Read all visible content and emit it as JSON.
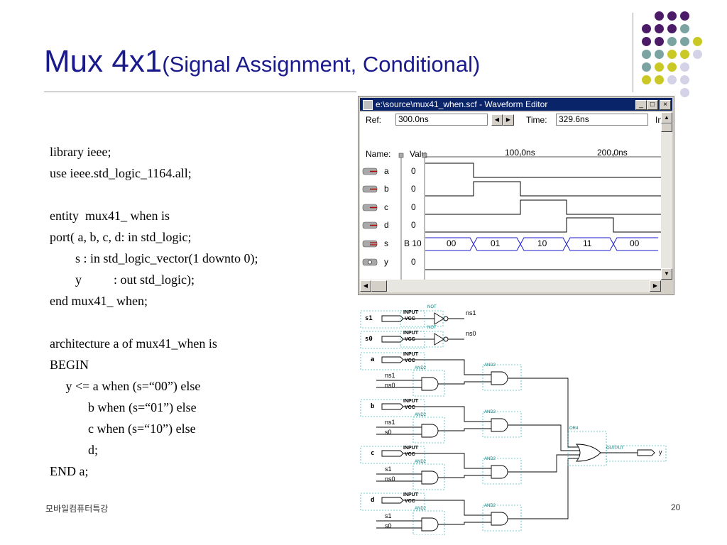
{
  "slide": {
    "title_main": "Mux 4x1",
    "title_sub": "(Signal Assignment, Conditional)",
    "footer_left": "모바일컴퓨터특강",
    "page_number": "20",
    "palette": [
      "#4b1b67",
      "#7aa3a1",
      "#c9c824",
      "#d4d2e6"
    ]
  },
  "code": {
    "lines": [
      "library ieee;",
      "use ieee.std_logic_1164.all;",
      "",
      "entity  mux41_ when is",
      "port( a, b, c, d: in std_logic;",
      "        s : in std_logic_vector(1 downto 0);",
      "        y          : out std_logic);",
      "end mux41_ when;",
      "",
      "architecture a of mux41_when is",
      "BEGIN",
      "     y <= a when (s=“00”) else",
      "            b when (s=“01”) else",
      "            c when (s=“10”) else",
      "            d;",
      "END a;"
    ]
  },
  "waveform": {
    "title": "e:\\source\\mux41_when.scf - Waveform Editor",
    "ref_label": "Ref:",
    "ref_value": "300.0ns",
    "time_label": "Time:",
    "time_value": "329.6ns",
    "cut_label": "In",
    "name_header": "Name:",
    "value_header": "Valu",
    "time_marks": [
      "100.0ns",
      "200.0ns"
    ],
    "signals": [
      {
        "name": "a",
        "value": "0",
        "kind": "input"
      },
      {
        "name": "b",
        "value": "0",
        "kind": "input"
      },
      {
        "name": "c",
        "value": "0",
        "kind": "input"
      },
      {
        "name": "d",
        "value": "0",
        "kind": "input"
      },
      {
        "name": "s",
        "value": "B 10",
        "kind": "bus"
      },
      {
        "name": "y",
        "value": "0",
        "kind": "output"
      }
    ],
    "bus_values": [
      "00",
      "01",
      "10",
      "11",
      "00"
    ],
    "bus_color": "#1a1acc"
  },
  "schematic": {
    "input_s1": "s1",
    "input_s0": "s0",
    "input_a": "a",
    "input_b": "b",
    "input_c": "c",
    "input_d": "d",
    "input_block": "INPUT",
    "vcc": "VCC",
    "not_label": "NOT",
    "ns1": "ns1",
    "ns0": "ns0",
    "and_label": "AND2",
    "or_label": "OR4",
    "output_block": "OUTPUT",
    "output_y": "y",
    "gate1_in1": "ns1",
    "gate1_in2": "ns0",
    "gate2_in1": "ns1",
    "gate2_in2": "s0",
    "gate3_in1": "s1",
    "gate3_in2": "ns0",
    "gate4_in1": "s1",
    "gate4_in2": "s0"
  }
}
